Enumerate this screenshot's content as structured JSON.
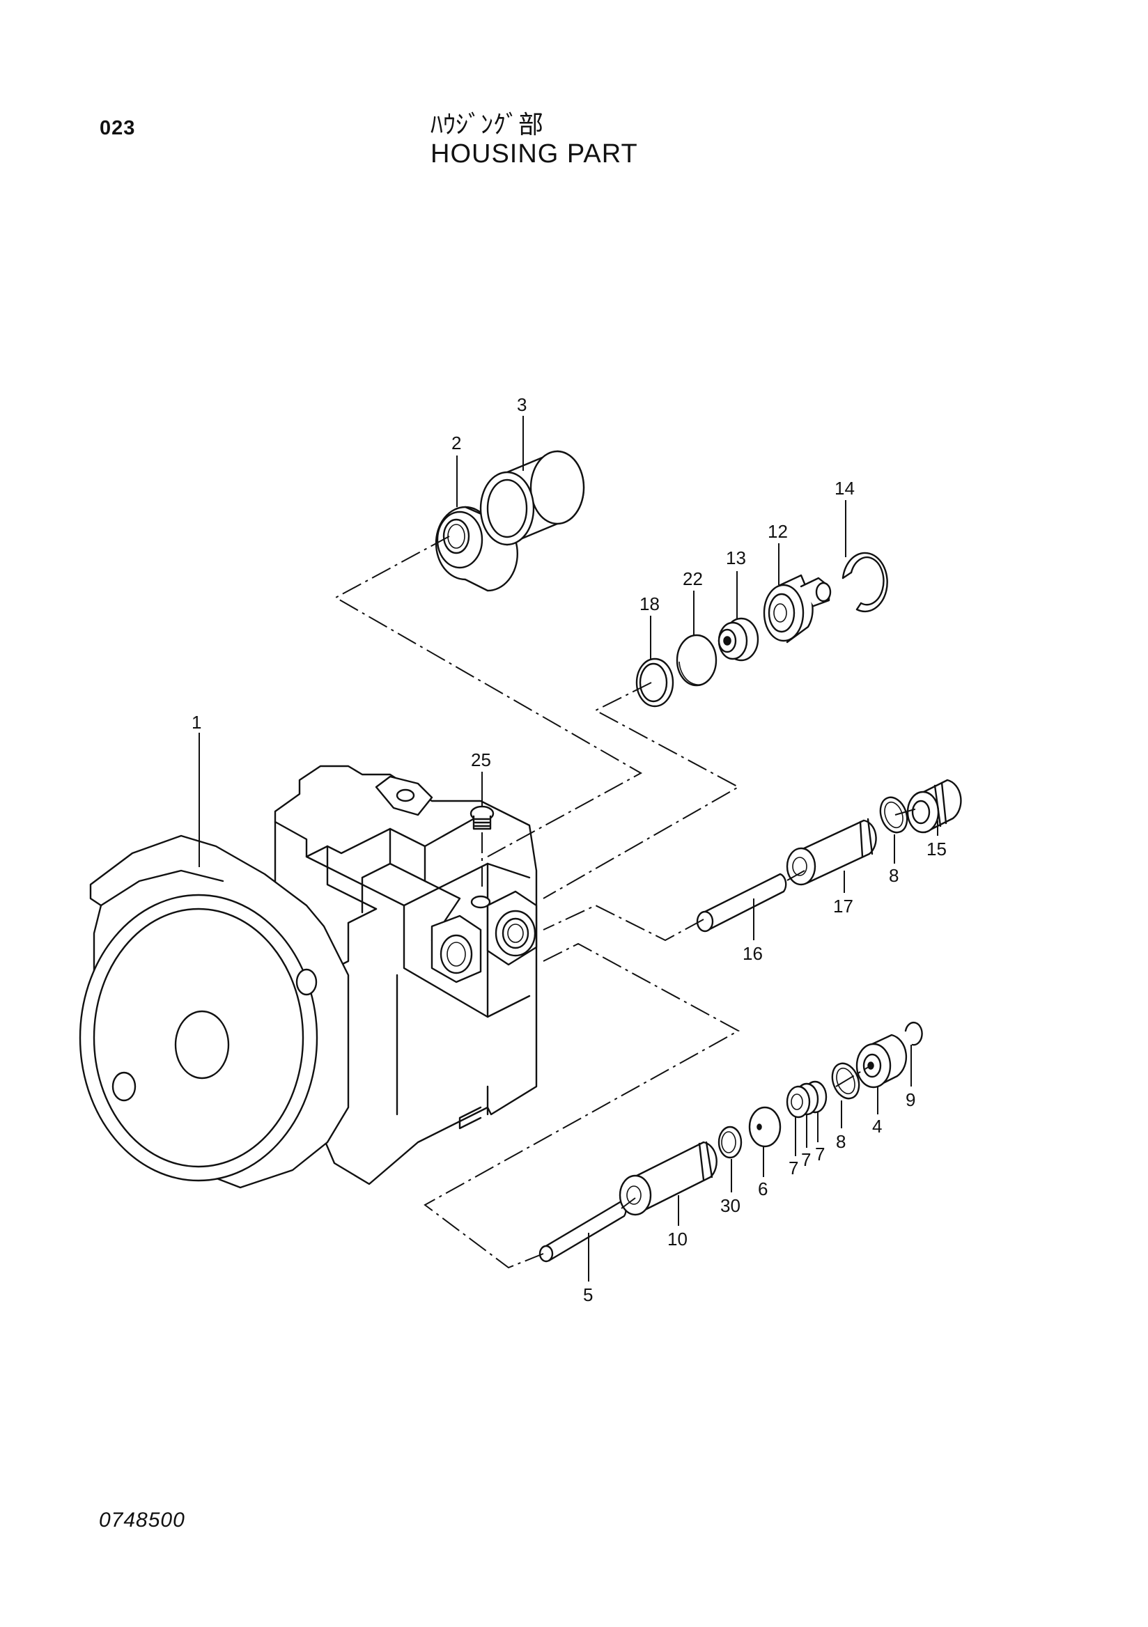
{
  "header": {
    "page_number": "023",
    "title_jp": "ﾊｳｼﾞﾝｸﾞ部",
    "title_en": "HOUSING PART"
  },
  "footer": {
    "drawing_number": "0748500"
  },
  "callouts": [
    "1",
    "2",
    "3",
    "4",
    "5",
    "6",
    "7",
    "7",
    "7",
    "8",
    "8",
    "9",
    "10",
    "12",
    "13",
    "14",
    "15",
    "16",
    "17",
    "18",
    "22",
    "25",
    "30"
  ]
}
